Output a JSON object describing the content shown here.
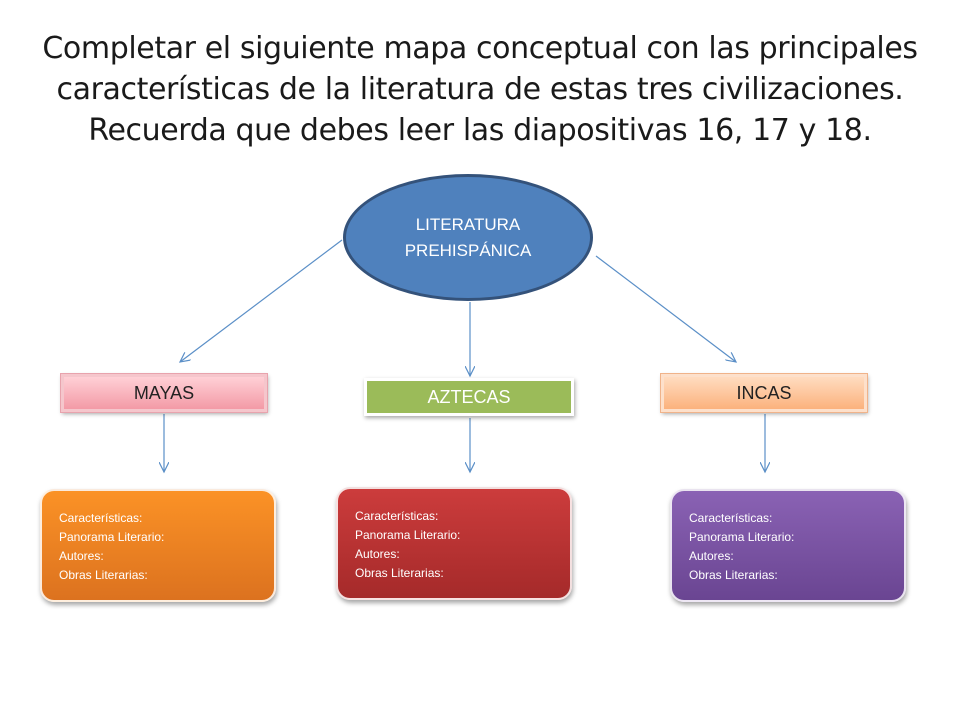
{
  "title": {
    "lines": [
      "Completar el siguiente mapa conceptual con las principales",
      "características de la literatura de estas tres civilizaciones.",
      "Recuerda que debes leer las diapositivas 16, 17 y 18."
    ]
  },
  "root": {
    "line1": "LITERATURA",
    "line2": "PREHISPÁNICA",
    "color": "#4f81bd"
  },
  "civilizations": [
    {
      "label": "MAYAS",
      "color": "#f4a0ab",
      "details": [
        "Características:",
        "Panorama Literario:",
        "Autores:",
        "Obras Literarias:"
      ],
      "details_color": "#f58a24"
    },
    {
      "label": "AZTECAS",
      "color": "#9bbb59",
      "details": [
        "Características:",
        "Panorama Literario:",
        "Autores:",
        "Obras Literarias:"
      ],
      "details_color": "#c0392b"
    },
    {
      "label": "INCAS",
      "color": "#fbb27d",
      "details": [
        "Características:",
        "Panorama Literario:",
        "Autores:",
        "Obras Literarias:"
      ],
      "details_color": "#7b52a8"
    }
  ],
  "connector_color": "#5b8fc7"
}
